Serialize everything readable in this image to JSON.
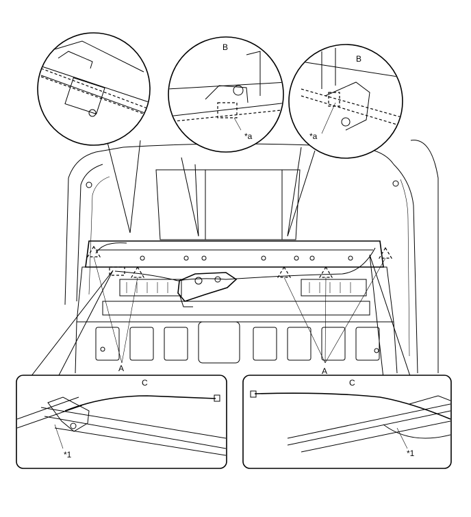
{
  "labels": {
    "callout_b_center": "B",
    "callout_b_right": "B",
    "callout_a_center": "*a",
    "callout_a_right": "*a",
    "clip_a_left": "A",
    "clip_a_right": "A",
    "detail_c_left": "C",
    "detail_c_right": "C",
    "part_1_left": "*1",
    "part_1_right": "*1"
  }
}
